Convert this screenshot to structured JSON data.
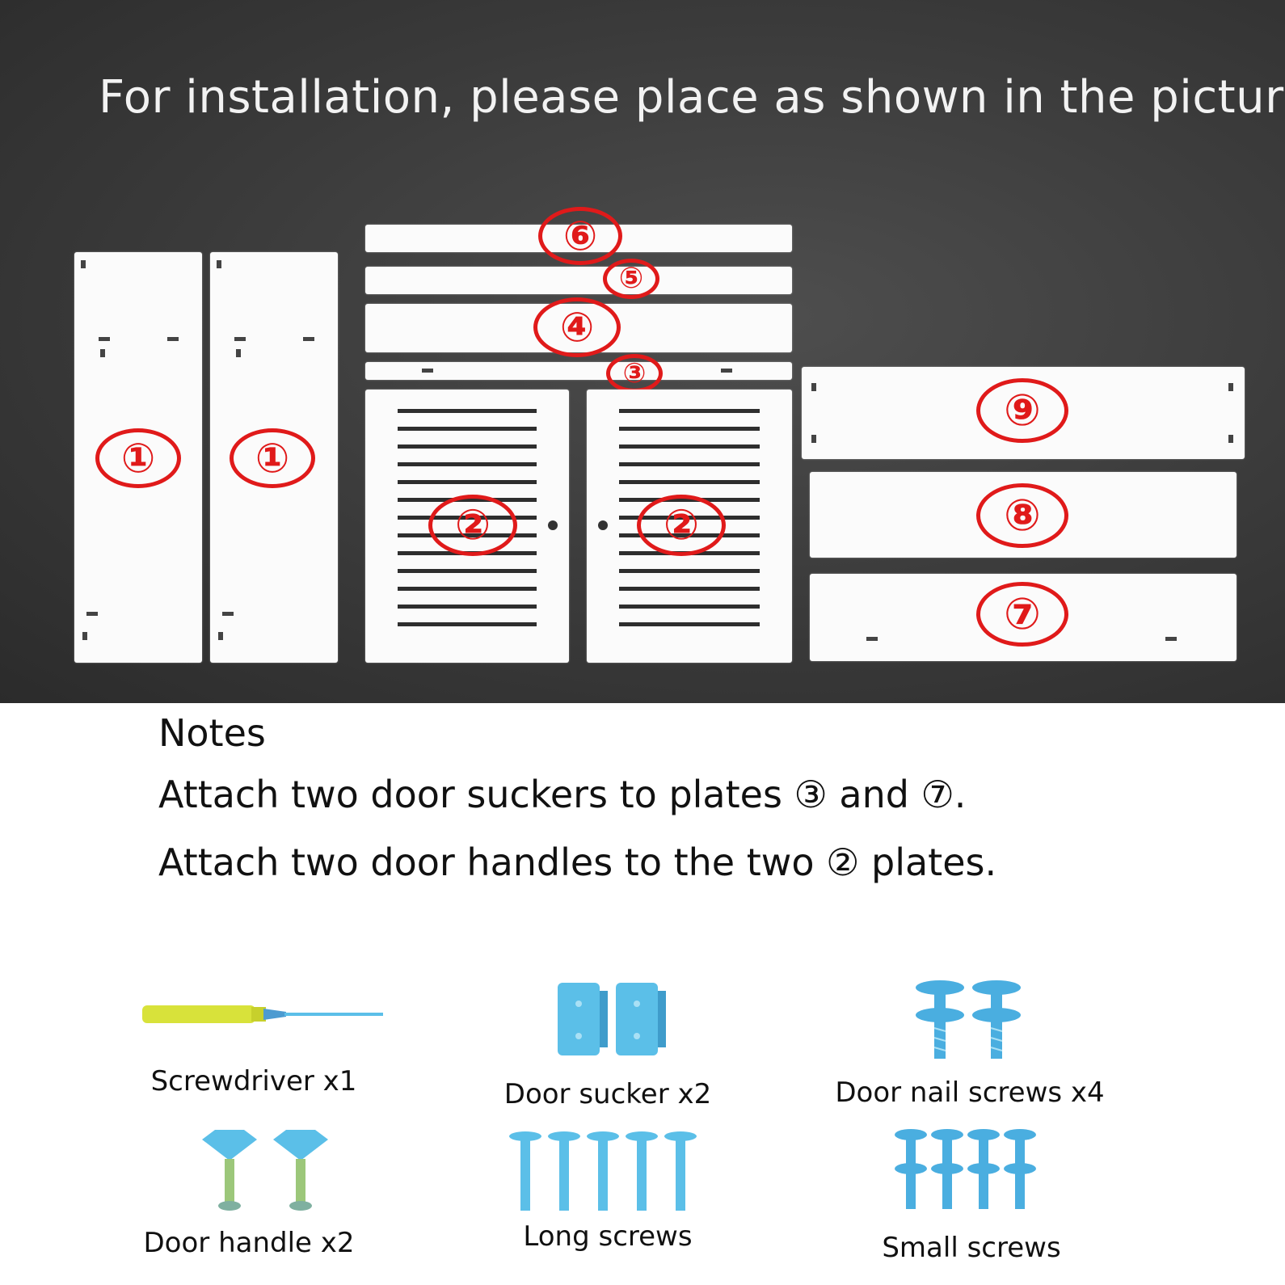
{
  "title": "For installation, please place as shown in the picture",
  "parts": {
    "n1": "①",
    "n2": "②",
    "n3": "③",
    "n4": "④",
    "n5": "⑤",
    "n6": "⑥",
    "n7": "⑦",
    "n8": "⑧",
    "n9": "⑨"
  },
  "notes": {
    "heading": "Notes",
    "line1": "Attach two door suckers to plates ③ and ⑦.",
    "line2": "Attach two door handles to the two ② plates."
  },
  "accessories": {
    "screwdriver": "Screwdriver x1",
    "door_sucker": "Door sucker x2",
    "door_nail_screws": "Door nail screws x4",
    "door_handle": "Door handle x2",
    "long_screws": "Long screws",
    "small_screws": "Small screws"
  },
  "colors": {
    "marker_red": "#e01a1a",
    "accessory_blue": "#5bbfe8",
    "screwdriver_yellow": "#d8e23a"
  }
}
